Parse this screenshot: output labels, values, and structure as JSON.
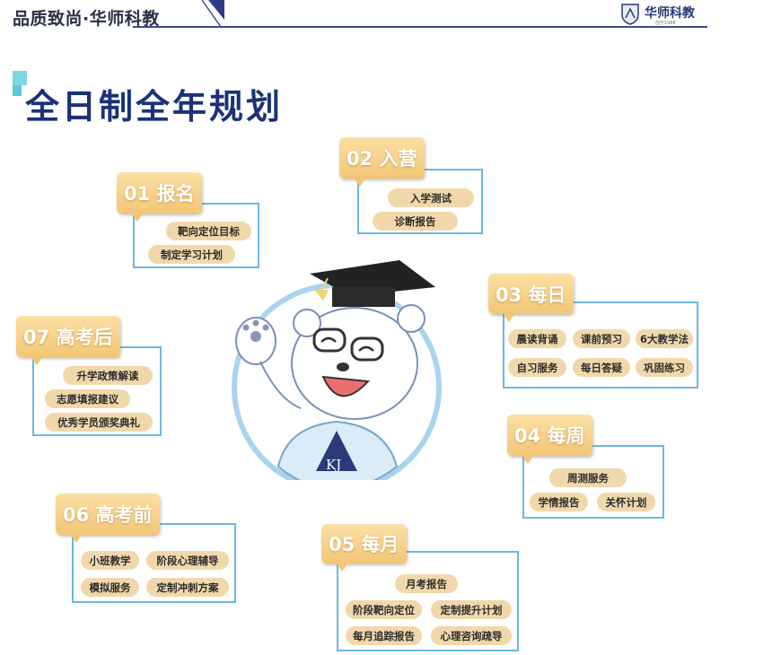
{
  "header": {
    "slogan": "品质致尚·华师科教",
    "logo_text": "华师科教",
    "logo_sub": "创于1988"
  },
  "title": "全日制全年规划",
  "stages": [
    {
      "tag": "01 报名",
      "items": [
        "靶向定位目标",
        "制定学习计划"
      ]
    },
    {
      "tag": "02 入营",
      "items": [
        "入学测试",
        "诊断报告"
      ]
    },
    {
      "tag": "03 每日",
      "items": [
        "晨读背诵",
        "课前预习",
        "6大教学法",
        "自习服务",
        "每日答疑",
        "巩固练习"
      ]
    },
    {
      "tag": "04 每周",
      "items": [
        "周测服务",
        "学情报告",
        "关怀计划"
      ]
    },
    {
      "tag": "05 每月",
      "items": [
        "月考报告",
        "阶段靶向定位",
        "定制提升计划",
        "每月追踪报告",
        "心理咨询疏导"
      ]
    },
    {
      "tag": "06 高考前",
      "items": [
        "小班教学",
        "阶段心理辅导",
        "模拟服务",
        "定制冲刺方案"
      ]
    },
    {
      "tag": "07 高考后",
      "items": [
        "升学政策解读",
        "志愿填报建议",
        "优秀学员颁奖典礼"
      ]
    }
  ],
  "mascot": {
    "badge": "KJ"
  },
  "colors": {
    "navy": "#1a3276",
    "tag": "#f2c675",
    "pill": "#f1d8ab",
    "border": "#6ab8e6"
  }
}
